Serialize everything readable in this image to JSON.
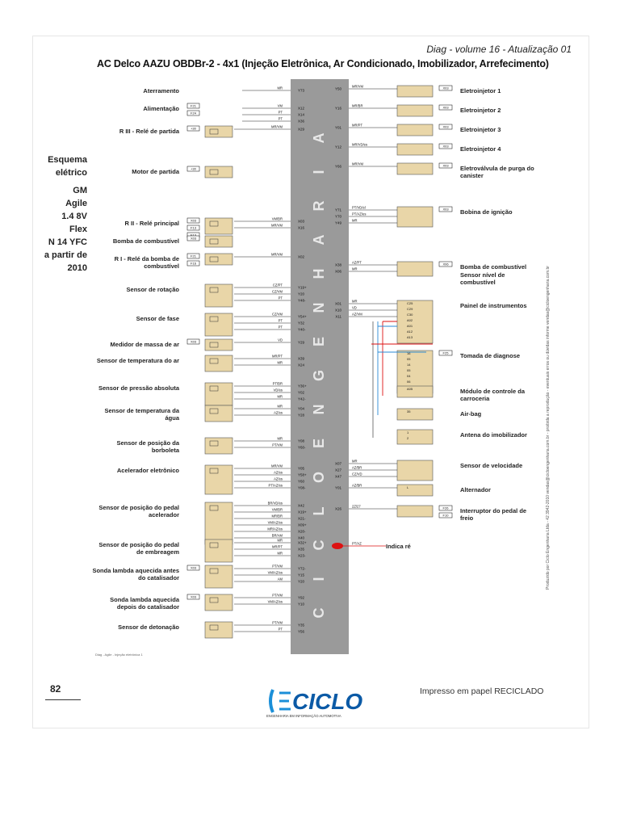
{
  "header": {
    "volume": "Diag - volume 16 - Atualização 01"
  },
  "title": "AC Delco AAZU OBDBr-2 - 4x1 (Injeção Eletrônica, Ar Condicionado, Imobilizador, Arrefecimento)",
  "sidebar": {
    "schema": "Esquema elétrico",
    "vehicle": [
      "GM",
      "Agile",
      "1.4 8V",
      "Flex",
      "N 14 YFC"
    ],
    "from": "a partir de 2010"
  },
  "ecm_letters": [
    "A",
    "I",
    "R",
    "A",
    "H",
    "N",
    "E",
    "G",
    "N",
    "E",
    "O",
    "L",
    "C",
    "I",
    "C"
  ],
  "left_components": [
    {
      "label": "Aterramento",
      "pins": [
        "Y73"
      ],
      "wires": [
        "MR"
      ]
    },
    {
      "label": "Alimentação",
      "pins": [
        "X12",
        "X14",
        "X36"
      ],
      "wires": [
        "VM",
        "PT",
        "PT"
      ],
      "tags": [
        "F21",
        "F24"
      ]
    },
    {
      "label": "R III - Relé de partida",
      "pins": [
        "X29"
      ],
      "wires": [
        "MR/VM"
      ],
      "tags": [
        "+30"
      ]
    },
    {
      "label": "Motor de partida",
      "pins": [],
      "wires": [],
      "tags": [
        "+30"
      ]
    },
    {
      "label": "R II - Relé principal",
      "pins": [
        "X03",
        "X16"
      ],
      "wires": [
        "VM/BR",
        "MR/VM"
      ],
      "tags": [
        "X03",
        "F13",
        "F13"
      ]
    },
    {
      "label": "Bomba de combustível",
      "pins": [],
      "wires": [],
      "tags": [
        "X03"
      ]
    },
    {
      "label": "R I - Relé da bomba de combustível",
      "pins": [
        "X02"
      ],
      "wires": [
        "MR/VM"
      ],
      "tags": [
        "F21",
        "F16"
      ]
    },
    {
      "label": "Sensor de rotação",
      "pins": [
        "Y19+",
        "Y20",
        "Y48-"
      ],
      "wires": [
        "CZ/PT",
        "CZ/VM",
        "PT"
      ]
    },
    {
      "label": "Sensor de fase",
      "pins": [
        "Y54+",
        "Y32",
        "Y40-"
      ],
      "wires": [
        "CZ/VM",
        "PT",
        "PT"
      ]
    },
    {
      "label": "Medidor de massa de ar",
      "pins": [
        "Y29"
      ],
      "wires": [
        "VD"
      ],
      "tags": [
        "X03"
      ]
    },
    {
      "label": "Sensor de temperatura do ar",
      "pins": [
        "X39",
        "X24"
      ],
      "wires": [
        "MR/PT",
        "MR"
      ]
    },
    {
      "label": "Sensor de pressão absoluta",
      "pins": [
        "Y36+",
        "Y02",
        "Y42-"
      ],
      "wires": [
        "PT/BR",
        "VD/es",
        "MR"
      ]
    },
    {
      "label": "Sensor de temperatura da água",
      "pins": [
        "Y04",
        "Y28"
      ],
      "wires": [
        "MR",
        "AZ/es"
      ]
    },
    {
      "label": "Sensor de posição da borboleta",
      "pins": [
        "Y08",
        "Y60-"
      ],
      "wires": [
        "MR",
        "PT/VM"
      ]
    },
    {
      "label": "Acelerador eletrônico",
      "pins": [
        "Y05",
        "Y58+",
        "Y60",
        "Y08-"
      ],
      "wires": [
        "MR/VM",
        "AZ/es",
        "AZ/es",
        "PT/AZ/es"
      ]
    },
    {
      "label": "Sensor de posição do pedal acelerador",
      "pins": [
        "X42",
        "X19+",
        "X21-",
        "X09+",
        "X20-",
        "X40"
      ],
      "wires": [
        "BR/VD/es",
        "VM/BR",
        "MR/BR",
        "VM/AZ/es",
        "MR/AZ/es",
        "BR/AM"
      ]
    },
    {
      "label": "Sensor de posição do pedal de embreagem",
      "pins": [
        "X32+",
        "X35",
        "X23-"
      ],
      "wires": [
        "MR",
        "MR/PT",
        "MR"
      ]
    },
    {
      "label": "Sonda lambda aquecida antes do catalisador",
      "pins": [
        "Y72-",
        "Y15",
        "Y20"
      ],
      "wires": [
        "PT/VM",
        "VM/AZ/es",
        "AM"
      ],
      "tags": [
        "X03"
      ]
    },
    {
      "label": "Sonda lambda aquecida depois do catalisador",
      "pins": [
        "Y92",
        "Y10"
      ],
      "wires": [
        "PT/VM",
        "VM/AZ/es",
        "AM"
      ],
      "tags": [
        "X03"
      ]
    },
    {
      "label": "Sensor de detonação",
      "pins": [
        "Y35",
        "Y56"
      ],
      "wires": [
        "PT/VM",
        "PT"
      ]
    }
  ],
  "right_components": [
    {
      "label": "Eletroinjetor 1",
      "pins": [
        "Y50"
      ],
      "wires": [
        "MR/VM"
      ],
      "tags": [
        "X03"
      ]
    },
    {
      "label": "Eletroinjetor 2",
      "pins": [
        "Y16"
      ],
      "wires": [
        "MR/BR"
      ],
      "tags": [
        "X03"
      ]
    },
    {
      "label": "Eletroinjetor 3",
      "pins": [
        "Y01"
      ],
      "wires": [
        "MR/PT"
      ],
      "tags": [
        "X03"
      ]
    },
    {
      "label": "Eletroinjetor 4",
      "pins": [
        "Y12"
      ],
      "wires": [
        "MR/VD/es"
      ],
      "tags": [
        "X03"
      ]
    },
    {
      "label": "Eletroválvula de purga do canister",
      "pins": [
        "Y66"
      ],
      "wires": [
        "MR/VM"
      ],
      "tags": [
        "X03"
      ]
    },
    {
      "label": "Bobina de ignição",
      "pins": [
        "Y71",
        "Y70",
        "Y49"
      ],
      "wires": [
        "PT/VD/el",
        "PT/AZ/es",
        "MR"
      ],
      "tags": [
        "X03"
      ]
    },
    {
      "label": "Bomba de combustível",
      "pins": [
        "X38",
        "X06"
      ],
      "wires": [
        "AZ/PT",
        "MR"
      ],
      "tags": [
        "X06"
      ]
    },
    {
      "label": "Sensor nível de combustível",
      "pins": [],
      "wires": [],
      "tags": []
    },
    {
      "label": "Painel de instrumentos",
      "pins": [
        "X01",
        "X10",
        "X11"
      ],
      "wires": [
        "MR",
        "VD",
        "AZ/VM"
      ],
      "sub_pins": [
        "C25",
        "C29",
        "C30",
        "A02",
        "A01",
        "A12",
        "A13"
      ]
    },
    {
      "label": "Tomada de diagnose",
      "pins": [],
      "wires": [],
      "sub_pins": [
        "16",
        "05",
        "14",
        "05",
        "04",
        "06",
        "12"
      ],
      "tags": [
        "F25"
      ]
    },
    {
      "label": "Módulo de controle da carroceria",
      "pins": [],
      "wires": [],
      "sub_pins": [
        "A05"
      ]
    },
    {
      "label": "Air-bag",
      "pins": [],
      "wires": [],
      "sub_pins": [
        "35"
      ]
    },
    {
      "label": "Antena do imobilizador",
      "pins": [],
      "wires": [],
      "sub_pins": [
        "1",
        "2"
      ]
    },
    {
      "label": "Sensor de velocidade",
      "pins": [
        "X07",
        "X27",
        "X47"
      ],
      "wires": [
        "MR",
        "AZ/BR",
        "CZ/VD"
      ]
    },
    {
      "label": "Alternador",
      "pins": [
        "Y01"
      ],
      "wires": [
        "AZ/BR"
      ],
      "sub_pins": [
        "L"
      ]
    },
    {
      "label": "Interruptor do pedal de freio",
      "pins": [
        "X26"
      ],
      "wires": [
        "2Z/27"
      ],
      "tags": [
        "F26",
        "F10"
      ]
    },
    {
      "label": "Indica ré",
      "pins": [],
      "wires": [
        "PT/AZ"
      ]
    }
  ],
  "caption": "Diag - Agile - Injeção eletrônica 1",
  "footer": {
    "page_number": "82",
    "logo": "CICLO",
    "logo_sub": "ENGENHARIA EM INFORMAÇÃO AUTOMOTIVA",
    "print_note": "Impresso em papel RECICLADO"
  },
  "side_text": "Produzido por Ciclo Engenharia Ltda - 42 3942-2010 vendas@cicloengenharia.com.br - proibida a reprodução - eventuais erros ou dúvidas informe vendas@cicloengenharia.com.br"
}
